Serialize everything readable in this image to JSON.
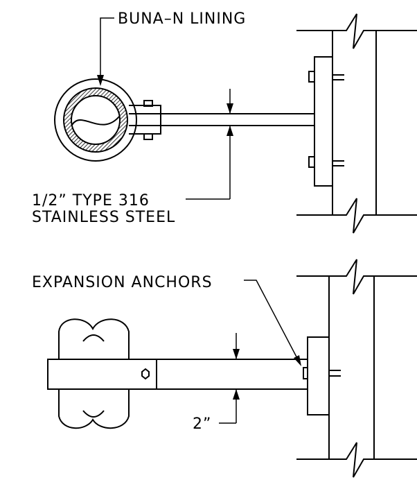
{
  "labels": {
    "lining": "BUNA–N LINING",
    "rod_line1": "1/2” TYPE 316",
    "rod_line2": "STAINLESS STEEL",
    "anchors": "EXPANSION ANCHORS",
    "width": "2”"
  }
}
